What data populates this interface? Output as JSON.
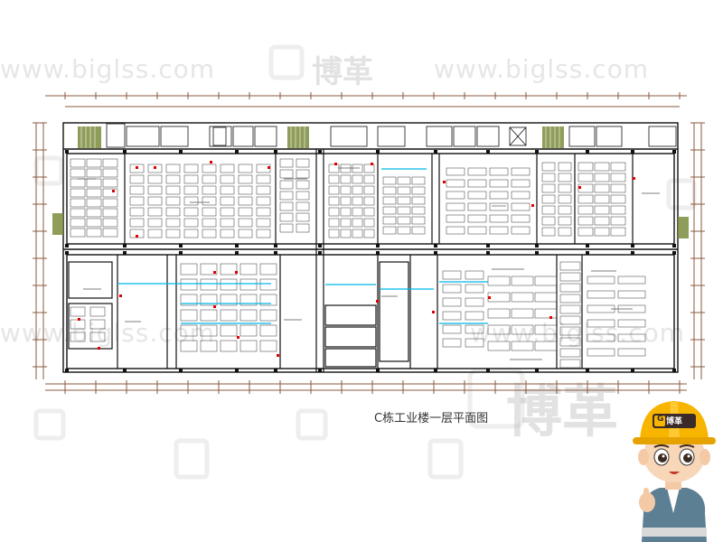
{
  "watermark": {
    "url_text": "www.biglss.com",
    "brand_text": "博革"
  },
  "caption": "C栋工业楼一层平面图",
  "helmet_badge": {
    "logo_letter": "G",
    "brand": "博革"
  },
  "colors": {
    "wall": "#111111",
    "dimension": "#8a5a3c",
    "stair": "#7a8c3c",
    "highlight": "#00b8e6",
    "marker": "#e00000",
    "helmet": "#f7b500"
  }
}
